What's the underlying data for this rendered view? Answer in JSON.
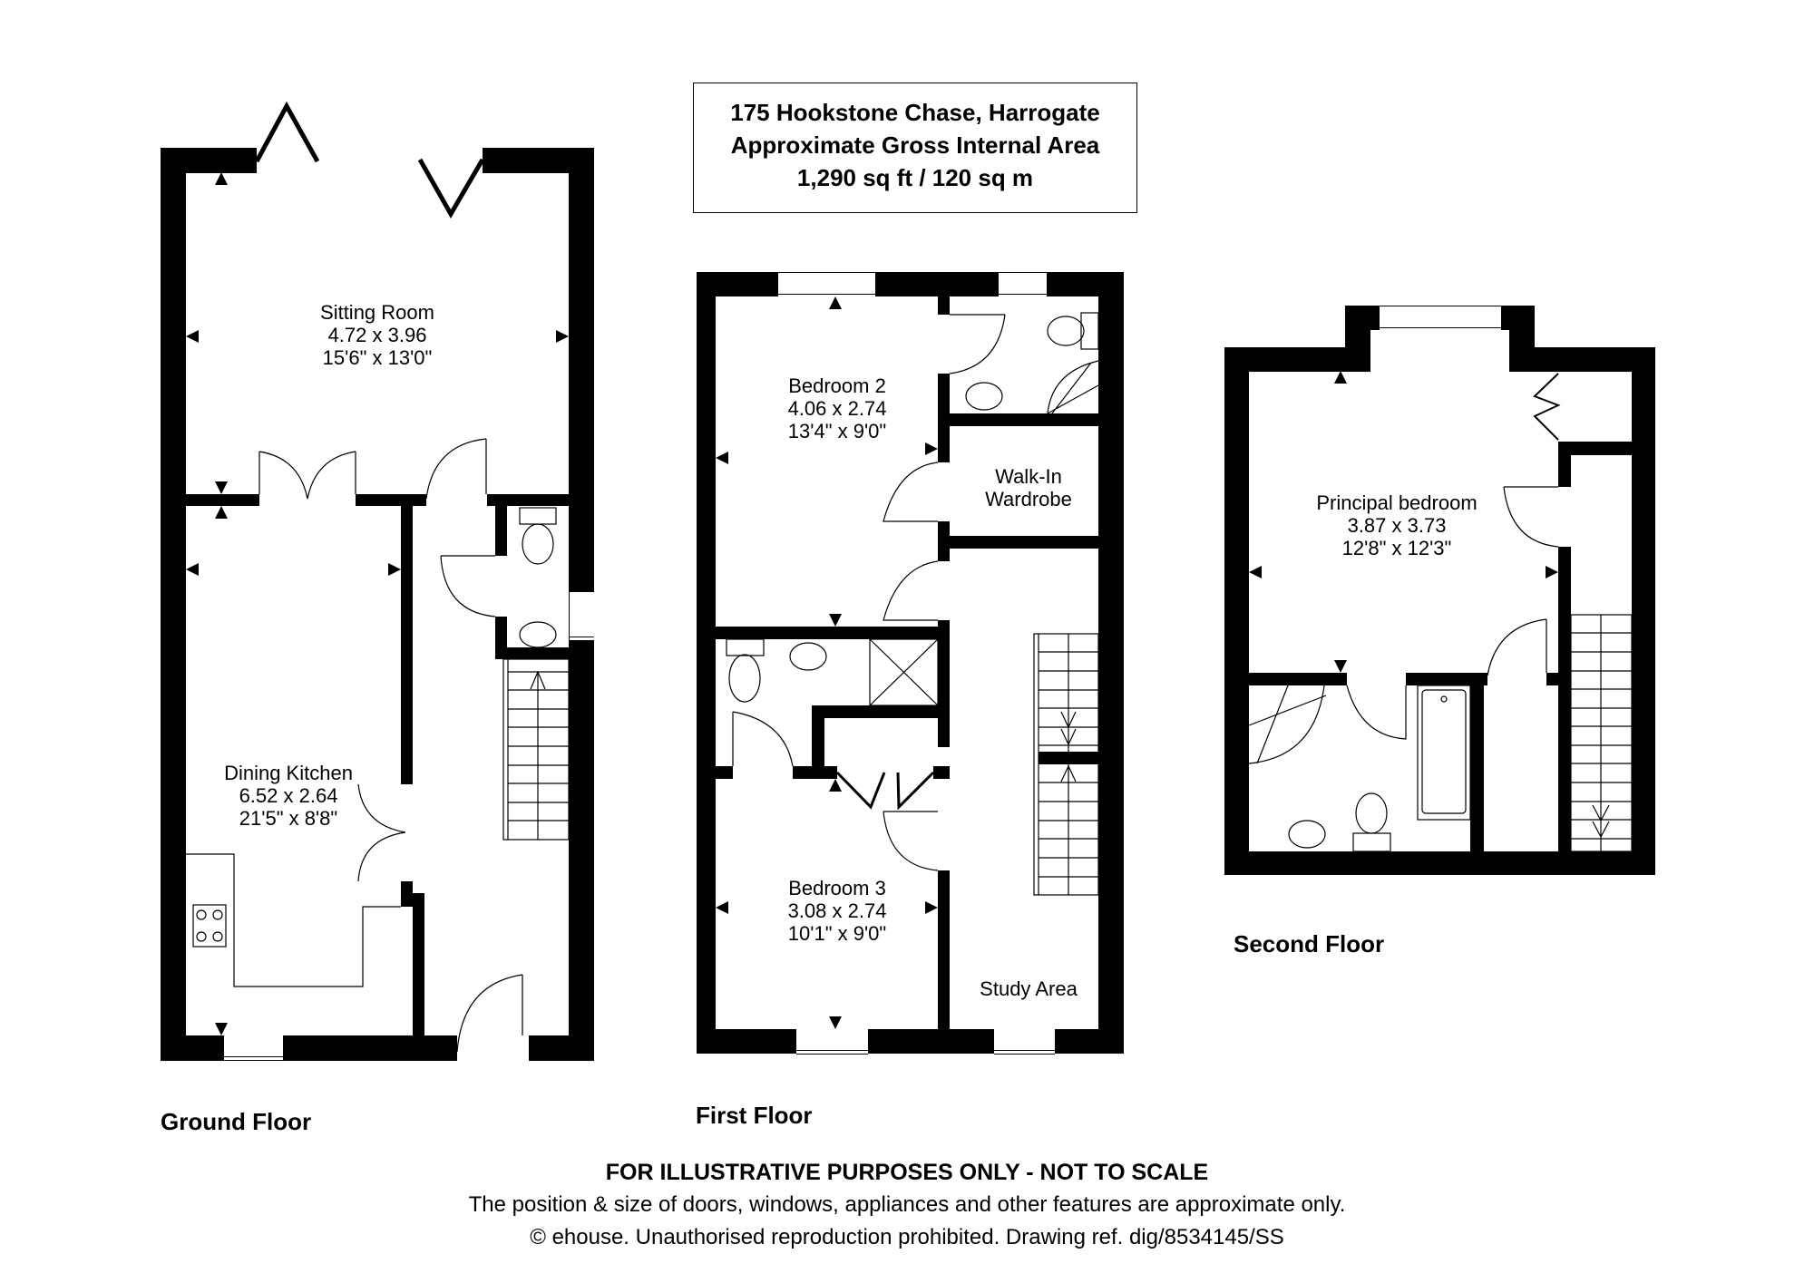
{
  "header": {
    "address": "175 Hookstone Chase, Harrogate",
    "area_label": "Approximate Gross Internal Area",
    "area_value": "1,290 sq ft / 120 sq m"
  },
  "floors": {
    "ground": {
      "title": "Ground Floor",
      "rooms": [
        {
          "name": "Sitting Room",
          "metric": "4.72 x 3.96",
          "imperial": "15'6\" x 13'0\""
        },
        {
          "name": "Dining Kitchen",
          "metric": "6.52 x 2.64",
          "imperial": "21'5\" x 8'8\""
        }
      ]
    },
    "first": {
      "title": "First Floor",
      "rooms": [
        {
          "name": "Bedroom 2",
          "metric": "4.06 x 2.74",
          "imperial": "13'4\" x 9'0\""
        },
        {
          "name": "Walk-In",
          "name2": "Wardrobe"
        },
        {
          "name": "Bedroom 3",
          "metric": "3.08 x 2.74",
          "imperial": "10'1\" x 9'0\""
        },
        {
          "name": "Study Area"
        }
      ]
    },
    "second": {
      "title": "Second Floor",
      "rooms": [
        {
          "name": "Principal bedroom",
          "metric": "3.87 x 3.73",
          "imperial": "12'8\" x 12'3\""
        }
      ]
    }
  },
  "footer": {
    "disclaimer": "FOR ILLUSTRATIVE PURPOSES ONLY - NOT TO SCALE",
    "note": "The position & size of doors, windows, appliances and other features are approximate only.",
    "copyright": "© ehouse. Unauthorised reproduction prohibited. Drawing ref. dig/8534145/SS"
  },
  "colors": {
    "wall": "#000000",
    "background": "#ffffff"
  }
}
